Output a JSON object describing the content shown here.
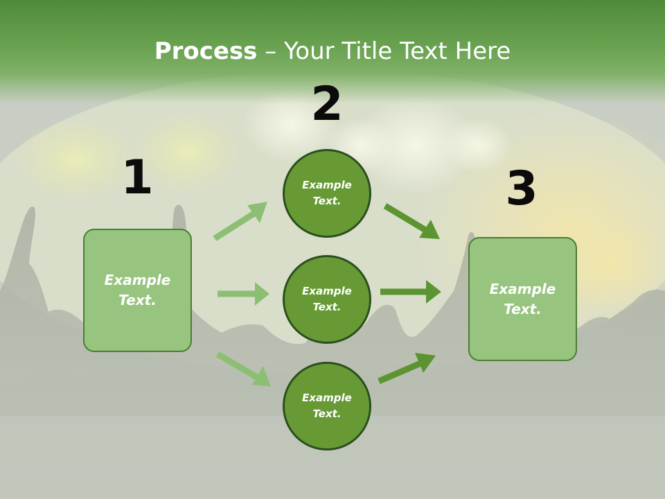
{
  "title": {
    "bold": "Process",
    "rest": " – Your Title Text Here"
  },
  "steps": {
    "one": {
      "number": "1",
      "label": "Example\nText."
    },
    "two": {
      "number": "2",
      "circles": [
        {
          "label": "Example\nText."
        },
        {
          "label": "Example\nText."
        },
        {
          "label": "Example\nText."
        }
      ]
    },
    "three": {
      "number": "3",
      "label": "Example\nText."
    }
  },
  "colors": {
    "title_band": "#69a251",
    "box_fill": "#97c47f",
    "circle_fill": "#679a35",
    "arrow_light": "#8cbf73",
    "arrow_dark": "#5c9431"
  }
}
